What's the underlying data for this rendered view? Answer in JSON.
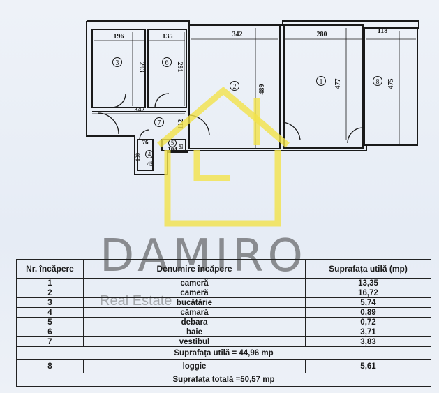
{
  "plan": {
    "dims": {
      "d196": "196",
      "d135": "135",
      "d342_top": "342",
      "d280": "280",
      "d118": "118",
      "d293": "293",
      "d291": "291",
      "d489": "489",
      "d477": "477",
      "d475": "475",
      "d342_mid": "342",
      "d112": "112",
      "d76": "76",
      "d104": "104",
      "d69": "69",
      "d138": "138",
      "d45": "45"
    },
    "rooms": {
      "r1": "1",
      "r2": "2",
      "r3": "3",
      "r4": "4",
      "r5": "5",
      "r6": "6",
      "r7": "7",
      "r8": "8"
    }
  },
  "watermark": {
    "brand": "DAMIRO",
    "sub": "Real Estate"
  },
  "table": {
    "headers": [
      "Nr. încăpere",
      "Denumire încăpere",
      "Suprafața utilă (mp)"
    ],
    "rows": [
      {
        "nr": "1",
        "name": "cameră",
        "area": "13,35"
      },
      {
        "nr": "2",
        "name": "cameră",
        "area": "16,72"
      },
      {
        "nr": "3",
        "name": "bucătărie",
        "area": "5,74"
      },
      {
        "nr": "4",
        "name": "cămară",
        "area": "0,89"
      },
      {
        "nr": "5",
        "name": "debara",
        "area": "0,72"
      },
      {
        "nr": "6",
        "name": "baie",
        "area": "3,71"
      },
      {
        "nr": "7",
        "name": "vestibul",
        "area": "3,83"
      }
    ],
    "useful_total": "Suprafața utilă = 44,96 mp",
    "loggia": {
      "nr": "8",
      "name": "loggie",
      "area": "5,61"
    },
    "grand_total": "Suprafața totală =50,57 mp"
  },
  "colors": {
    "ink": "#1a1a1a",
    "watermark_yellow": "#f2e24a"
  }
}
